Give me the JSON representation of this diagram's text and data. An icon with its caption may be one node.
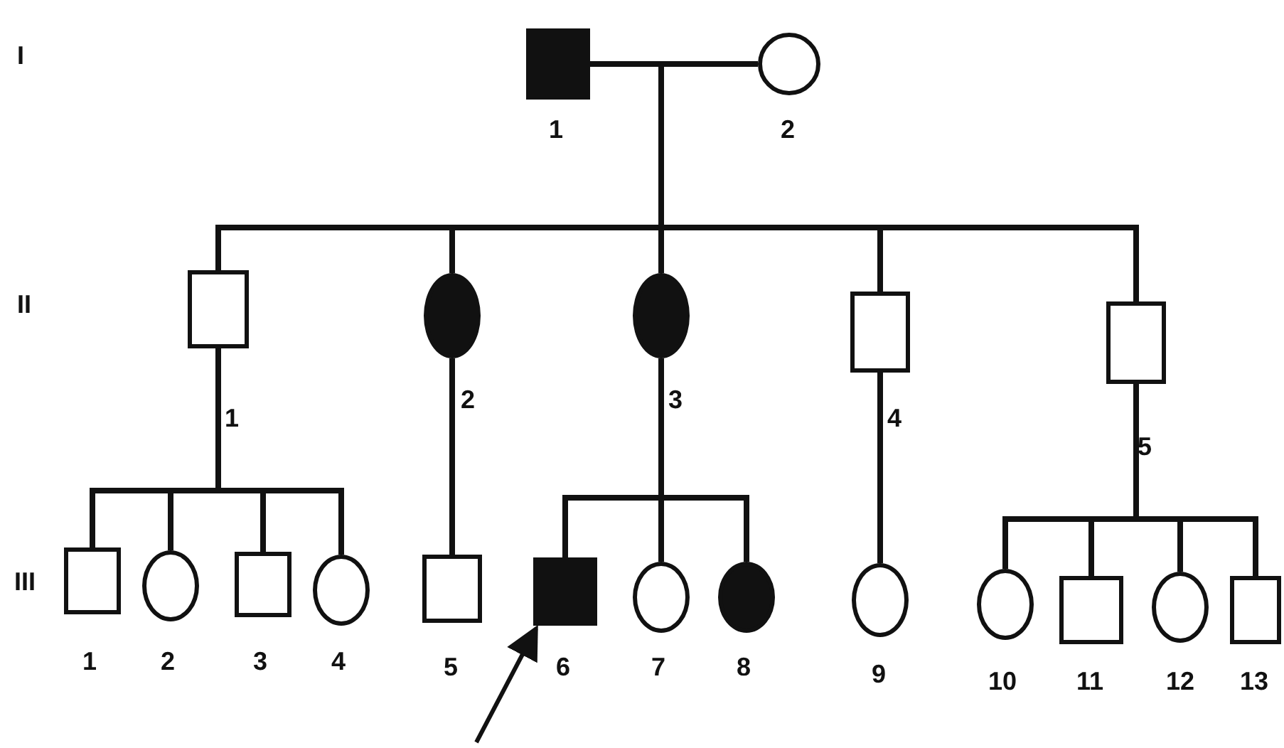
{
  "diagram": {
    "nodes": [
      {
        "text": [],
        "shape": "block",
        "beside": [
          "1"
        ]
      },
      {
        "text": [],
        "shape": "circle",
        "beside": [
          "2"
        ]
      },
      {
        "text": [],
        "shape": "box",
        "beside": [
          "1"
        ]
      },
      {
        "text": [],
        "shape": "disc",
        "beside": [
          "2"
        ]
      },
      {
        "text": [],
        "shape": "disc",
        "beside": [
          "3"
        ]
      },
      {
        "text": [],
        "shape": "box",
        "beside": [
          "4"
        ]
      },
      {
        "text": [],
        "shape": "box",
        "beside": [
          "5"
        ]
      },
      {
        "text": [],
        "shape": "box",
        "beside": [
          "1"
        ]
      },
      {
        "text": [],
        "shape": "circle",
        "beside": [
          "2"
        ]
      },
      {
        "text": [],
        "shape": "box",
        "beside": [
          "3"
        ]
      },
      {
        "text": [],
        "shape": "circle",
        "beside": [
          "4"
        ]
      },
      {
        "text": [],
        "shape": "box",
        "beside": [
          "5"
        ]
      },
      {
        "text": [],
        "shape": "block",
        "beside": [
          "6"
        ]
      },
      {
        "text": [],
        "shape": "circle",
        "beside": [
          "7"
        ]
      },
      {
        "text": [],
        "shape": "disc",
        "beside": [
          "8"
        ]
      },
      {
        "text": [],
        "shape": "circle",
        "beside": [
          "9"
        ]
      },
      {
        "text": [],
        "shape": "circle",
        "beside": [
          "10"
        ]
      },
      {
        "text": [],
        "shape": "box",
        "beside": [
          "11"
        ]
      },
      {
        "text": [],
        "shape": "circle",
        "beside": [
          "12"
        ]
      },
      {
        "text": [],
        "shape": "box",
        "beside": [
          "13"
        ]
      }
    ],
    "edges": [
      {
        "from": 0,
        "to": 1,
        "arrow": "none"
      },
      {
        "from": 0,
        "to": 2,
        "arrow": "none"
      },
      {
        "from": 0,
        "to": 3,
        "arrow": "none"
      },
      {
        "from": 0,
        "to": 4,
        "arrow": "none"
      },
      {
        "from": 0,
        "to": 5,
        "arrow": "none"
      },
      {
        "from": 0,
        "to": 6,
        "arrow": "none"
      },
      {
        "from": 2,
        "to": 7,
        "arrow": "none"
      },
      {
        "from": 2,
        "to": 8,
        "arrow": "none"
      },
      {
        "from": 2,
        "to": 9,
        "arrow": "none"
      },
      {
        "from": 2,
        "to": 10,
        "arrow": "none"
      },
      {
        "from": 3,
        "to": 11,
        "arrow": "none"
      },
      {
        "from": 4,
        "to": 12,
        "arrow": "none"
      },
      {
        "from": 4,
        "to": 13,
        "arrow": "none"
      },
      {
        "from": 4,
        "to": 14,
        "arrow": "none"
      },
      {
        "from": 5,
        "to": 15,
        "arrow": "none"
      },
      {
        "from": 6,
        "to": 16,
        "arrow": "none"
      },
      {
        "from": 6,
        "to": 17,
        "arrow": "none"
      },
      {
        "from": 6,
        "to": 18,
        "arrow": "none"
      },
      {
        "from": 6,
        "to": 19,
        "arrow": "none"
      },
      {
        "from": null,
        "to": 12,
        "arrow": "to"
      }
    ],
    "labels": [
      "I",
      "II",
      "III"
    ]
  }
}
